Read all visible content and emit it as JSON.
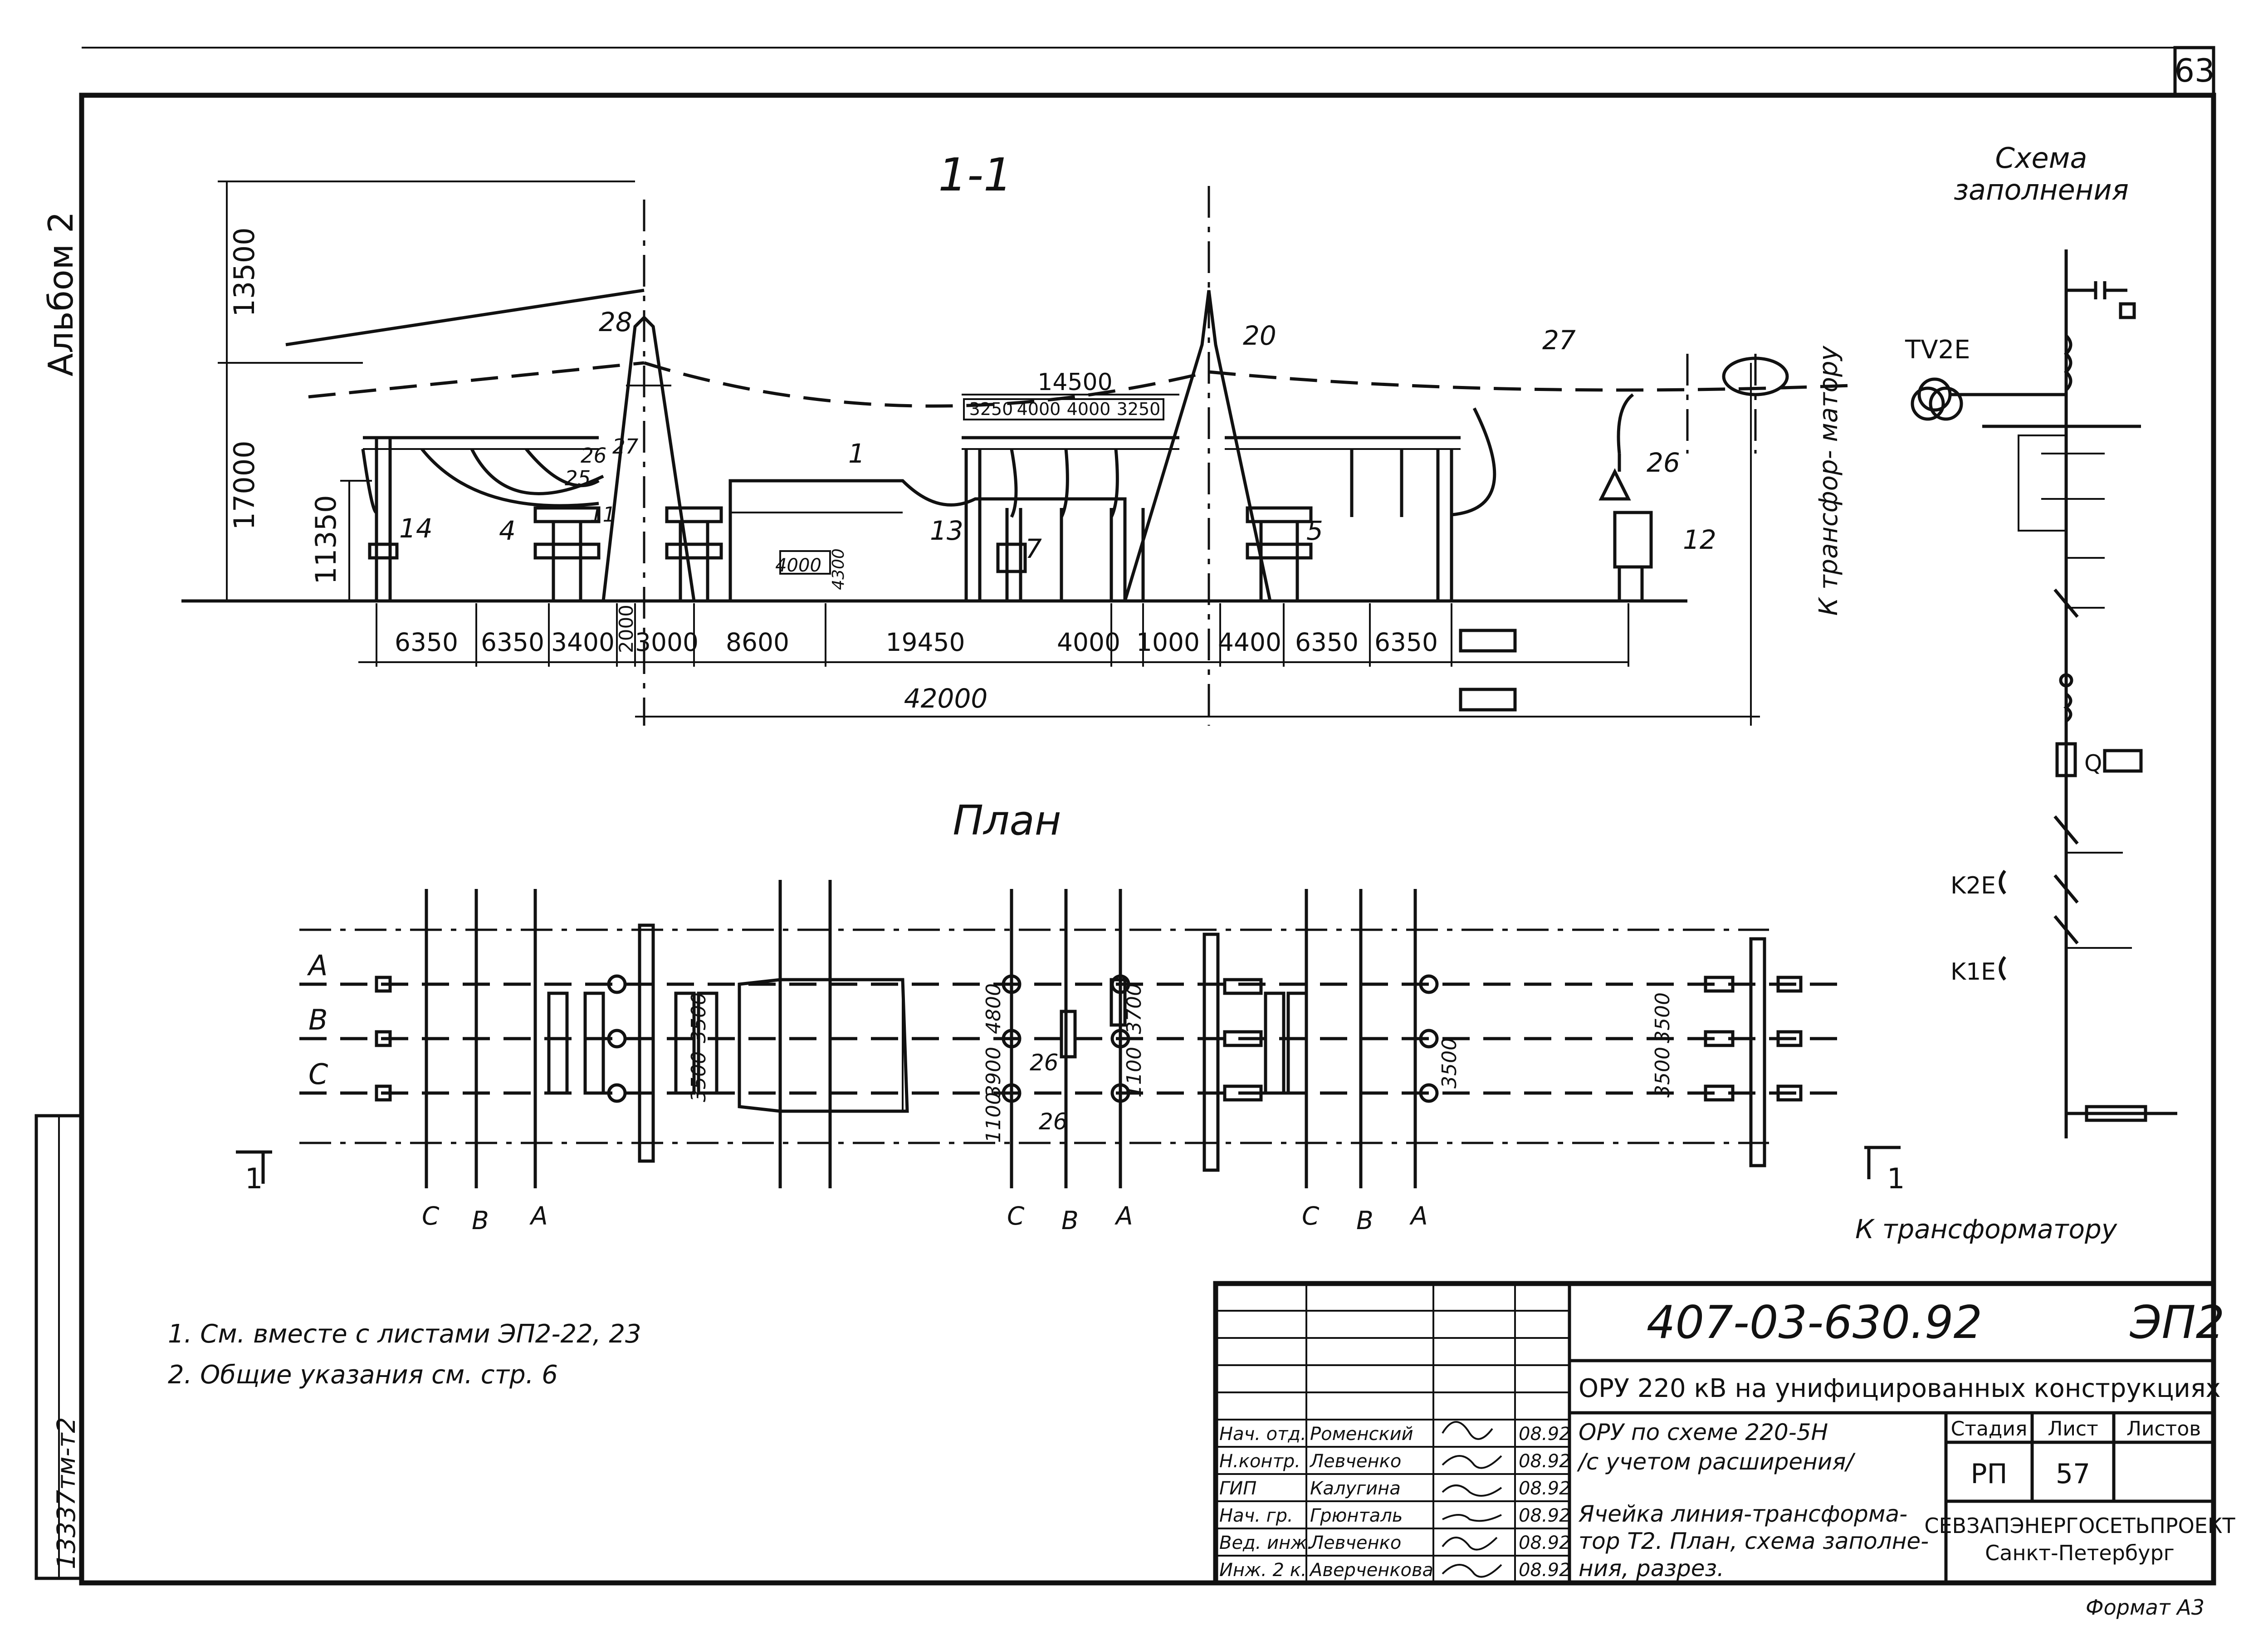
{
  "sheet_number": "63",
  "album_label": "Альбом 2",
  "section_title": "1-1",
  "plan_title": "План",
  "scheme_title_line1": "Схема",
  "scheme_title_line2": "заполнения",
  "to_transformer_vertical": "К трансфор-\nматору",
  "to_transformer_bottom": "К трансформатору",
  "section_heights": [
    "13500",
    "17000",
    "11350"
  ],
  "section_dims": [
    "6350",
    "6350",
    "3400",
    "2000",
    "3000",
    "8600",
    "19450",
    "4000",
    "1000",
    "4400",
    "6350",
    "6350"
  ],
  "overall_dim": "42000",
  "top_dims": {
    "total": "14500",
    "parts": [
      "3250",
      "4000",
      "4000",
      "3250"
    ]
  },
  "small_dims": [
    "4000",
    "4300"
  ],
  "item_labels": [
    "28",
    "27",
    "26",
    "25",
    "11",
    "14",
    "4",
    "1",
    "13",
    "7",
    "20",
    "5",
    "27",
    "26",
    "12"
  ],
  "plan_phases": [
    "А",
    "В",
    "С"
  ],
  "plan_dims": [
    "3500",
    "3500",
    "4800",
    "3900",
    "3700",
    "1100",
    "1100",
    "3500",
    "3500",
    "3500"
  ],
  "plan_items": [
    "26",
    "26"
  ],
  "scheme_labels": {
    "tv": "TV2E",
    "q": "Q",
    "k2": "K2E",
    "k1": "K1E"
  },
  "notes": [
    "1. См. вместе с листами ЭП2-22, 23",
    "2. Общие указания см. стр. 6"
  ],
  "title_block": {
    "doc_code": "407-03-630.92",
    "sheet_code": "ЭП2",
    "project_name": "ОРУ 220 кВ на унифицированных конструкциях",
    "subtitle_line1": "ОРУ по схеме 220-5Н",
    "subtitle_line2": "/с учетом расширения/",
    "desc_line1": "Ячейка линия-трансформа-",
    "desc_line2": "тор Т2. План, схема заполне-",
    "desc_line3": "ния, разрез.",
    "stage_header": "Стадия",
    "sheet_header": "Лист",
    "sheets_header": "Листов",
    "stage": "РП",
    "sheet": "57",
    "org_line1": "СЕВЗАПЭНЕРГОСЕТЬПРОЕКТ",
    "org_line2": "Санкт-Петербург",
    "signatures": [
      {
        "role": "Нач. отд.",
        "name": "Роменский",
        "date": "08.92"
      },
      {
        "role": "Н.контр.",
        "name": "Левченко",
        "date": "08.92"
      },
      {
        "role": "ГИП",
        "name": "Калугина",
        "date": "08.92"
      },
      {
        "role": "Нач. гр.",
        "name": "Грюнталь",
        "date": "08.92"
      },
      {
        "role": "Вед. инж.",
        "name": "Левченко",
        "date": "08.92"
      },
      {
        "role": "Инж. 2 к.",
        "name": "Аверченкова",
        "date": "08.92"
      }
    ]
  },
  "inventory_number": "13337тм-т2",
  "format_label": "Формат А3"
}
